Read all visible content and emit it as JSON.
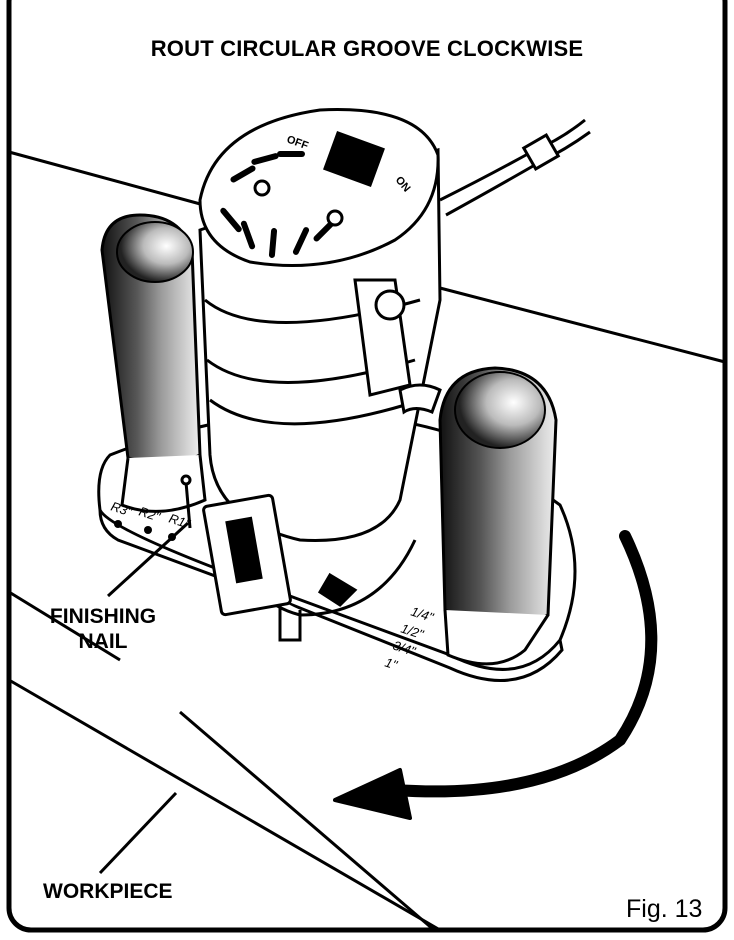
{
  "title": "ROUT CIRCULAR GROOVE CLOCKWISE",
  "callouts": {
    "nail_line1": "FINISHING",
    "nail_line2": "NAIL",
    "workpiece": "WORKPIECE"
  },
  "figure_number": "Fig. 13",
  "router_markings": {
    "off": "OFF",
    "on": "ON",
    "radius_marks": [
      "R3\"",
      "R2\"",
      "R1\""
    ],
    "depth_marks": [
      "1/4\"",
      "1/2\"",
      "3/4\"",
      "1\""
    ]
  },
  "colors": {
    "ink": "#000000",
    "paper": "#ffffff",
    "handle_mid": "#8a8a8a"
  }
}
